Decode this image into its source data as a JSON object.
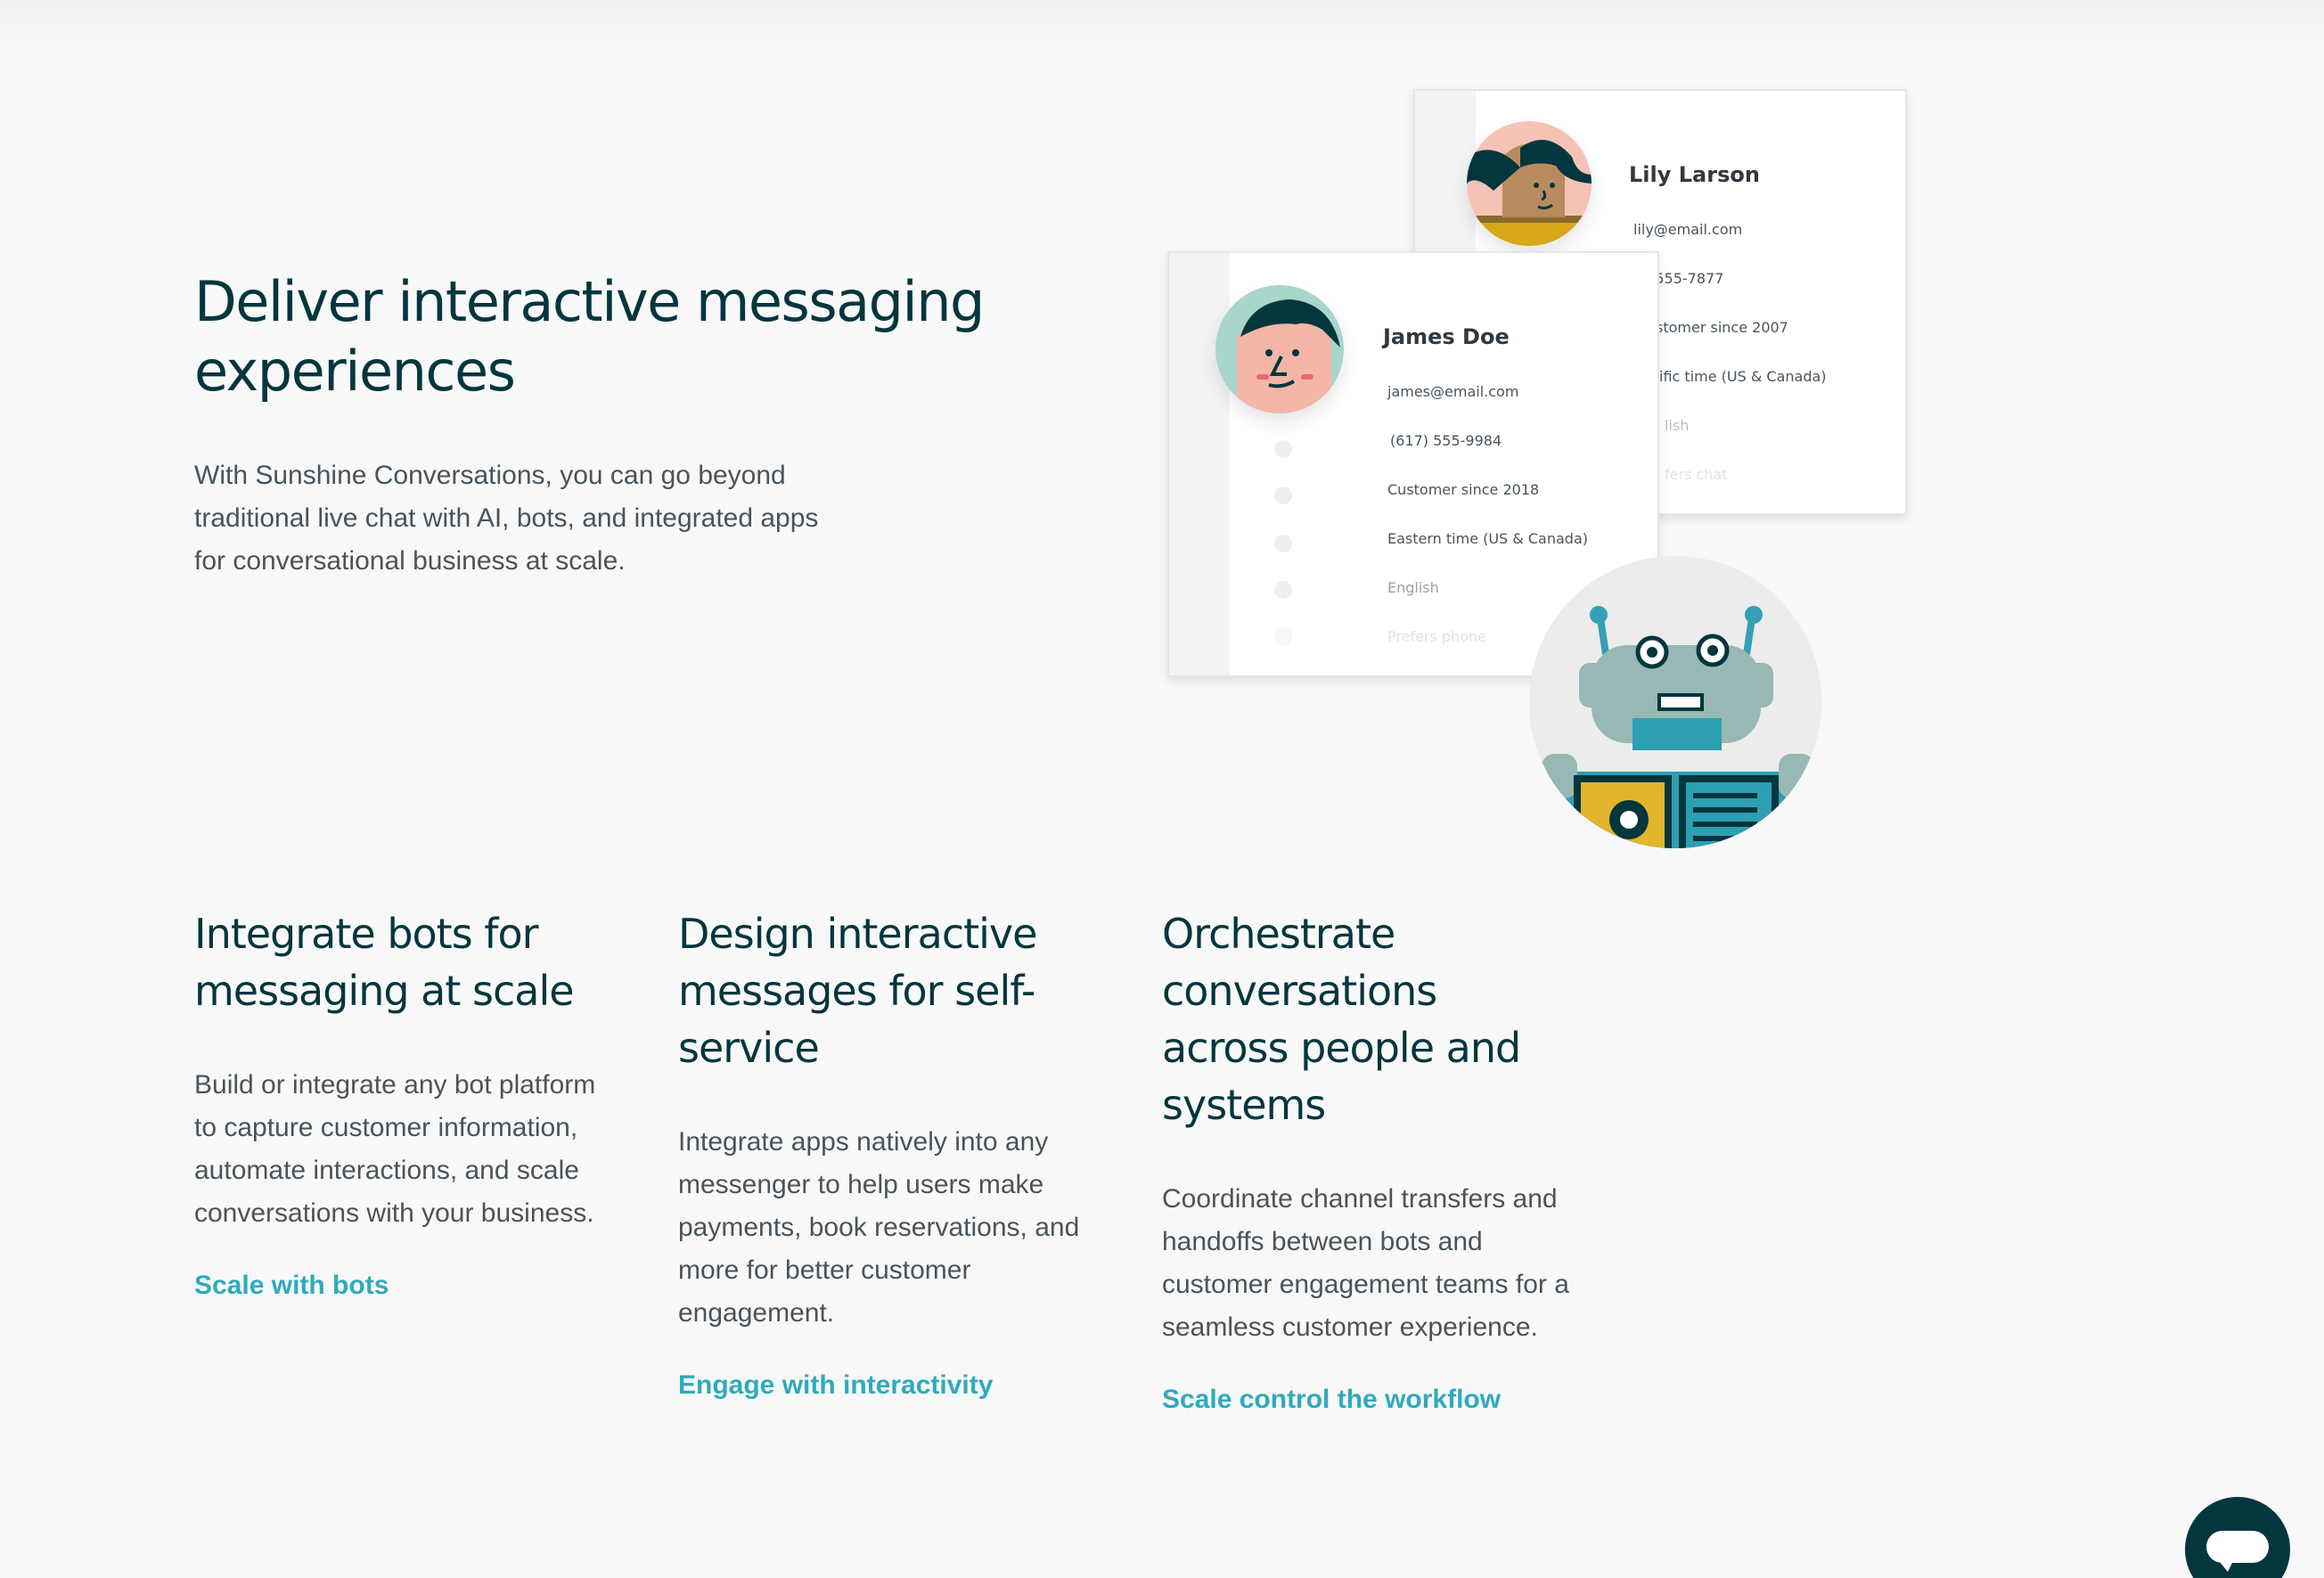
{
  "hero": {
    "title": "Deliver interactive messaging experiences",
    "description": "With Sunshine Conversations, you can go beyond traditional live chat with AI, bots, and integrated apps for conversational business at scale."
  },
  "cards": {
    "lily": {
      "name": "Lily Larson",
      "email": "lily@email.com",
      "phone": ") 555-7877",
      "since": "stomer since 2007",
      "timezone": "ific time (US & Canada)",
      "language": "lish",
      "preference": "fers chat"
    },
    "james": {
      "name": "James Doe",
      "email": "james@email.com",
      "phone": "(617) 555-9984",
      "since": "Customer since 2018",
      "timezone": "Eastern time (US & Canada)",
      "language": "English",
      "preference": "Prefers phone"
    }
  },
  "features": [
    {
      "title": "Integrate bots for messaging at scale",
      "description": "Build or integrate any bot platform to capture customer information, automate interactions, and scale conversations with your business.",
      "link": "Scale with bots"
    },
    {
      "title": "Design interactive messages for self-service",
      "description": "Integrate apps natively into any messenger to help users make payments, book reservations, and more for better customer engagement.",
      "link": "Engage with interactivity"
    },
    {
      "title": "Orchestrate conversations across people and systems",
      "description": "Coordinate channel transfers and handoffs between bots and customer engagement teams for a seamless customer experience.",
      "link": "Scale control the workflow"
    }
  ],
  "colors": {
    "heading": "#03363d",
    "body": "#49545c",
    "link": "#30aabc",
    "chat_button": "#03363d"
  },
  "icons": {
    "chat_button": "chat-bubble-icon"
  }
}
